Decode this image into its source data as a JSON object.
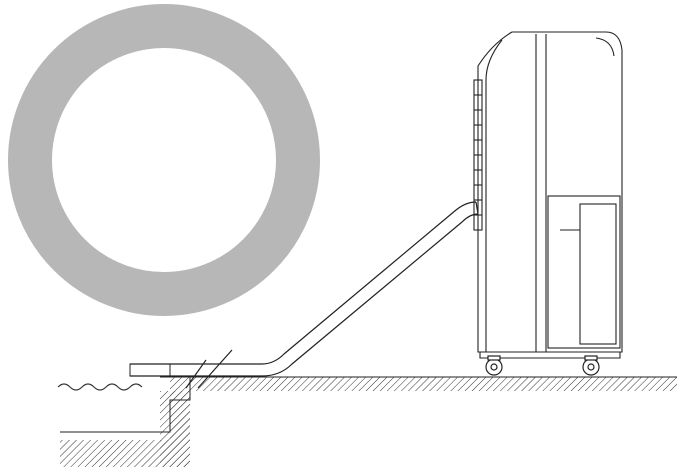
{
  "diagram": {
    "subject": "dehumidifier-continuous-drain-hose-to-floor-drain",
    "components": [
      {
        "name": "circular-highlight-ring",
        "color": "#b7b7b7"
      },
      {
        "name": "dehumidifier-unit",
        "color": "#222222"
      },
      {
        "name": "drain-hose",
        "color": "#222222"
      },
      {
        "name": "floor-hatching",
        "color": "#333333"
      },
      {
        "name": "drain-pit",
        "color": "#333333"
      },
      {
        "name": "water-surface",
        "color": "#333333"
      }
    ],
    "text": []
  }
}
